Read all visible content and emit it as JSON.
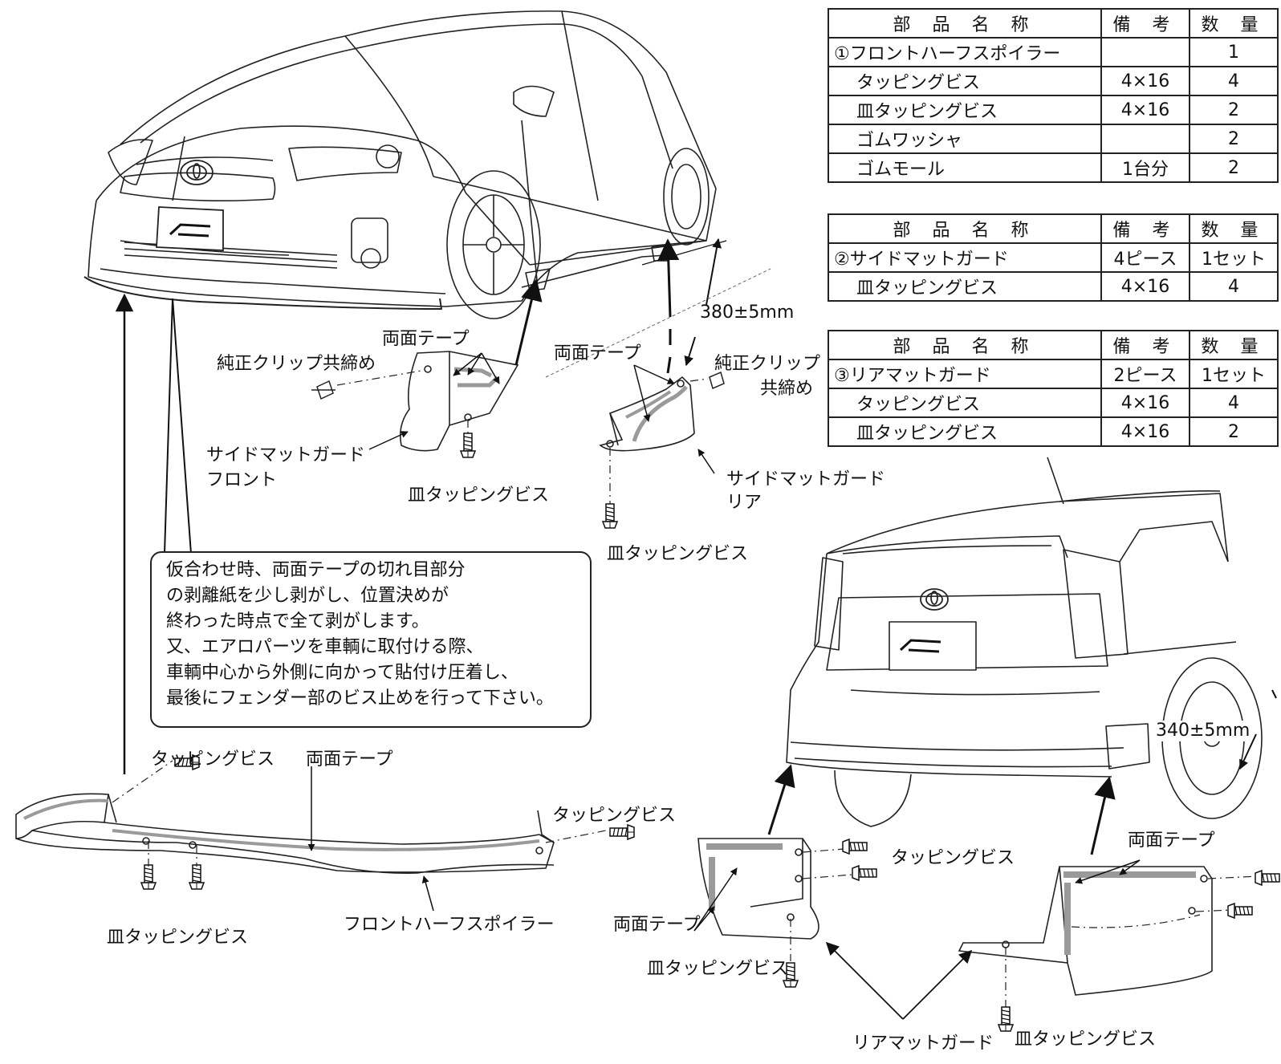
{
  "tables": [
    {
      "headers": [
        "部 品 名 称",
        "備 考",
        "数 量"
      ],
      "rows": [
        {
          "name": "①フロントハーフスポイラー",
          "note": "",
          "qty": "1",
          "sub": false
        },
        {
          "name": "タッピングビス",
          "note": "4×16",
          "qty": "4",
          "sub": true
        },
        {
          "name": "皿タッピングビス",
          "note": "4×16",
          "qty": "2",
          "sub": true
        },
        {
          "name": "ゴムワッシャ",
          "note": "",
          "qty": "2",
          "sub": true
        },
        {
          "name": "ゴムモール",
          "note": "1台分",
          "qty": "2",
          "sub": true
        }
      ]
    },
    {
      "headers": [
        "部 品 名 称",
        "備 考",
        "数 量"
      ],
      "rows": [
        {
          "name": "②サイドマットガード",
          "note": "4ピース",
          "qty": "1セット",
          "sub": false
        },
        {
          "name": "皿タッピングビス",
          "note": "4×16",
          "qty": "4",
          "sub": true
        }
      ]
    },
    {
      "headers": [
        "部 品 名 称",
        "備 考",
        "数 量"
      ],
      "rows": [
        {
          "name": "③リアマットガード",
          "note": "2ピース",
          "qty": "1セット",
          "sub": false
        },
        {
          "name": "タッピングビス",
          "note": "4×16",
          "qty": "4",
          "sub": true
        },
        {
          "name": "皿タッピングビス",
          "note": "4×16",
          "qty": "2",
          "sub": true
        }
      ]
    }
  ],
  "labels": {
    "dim_front": "380±5mm",
    "dim_rear": "340±5mm",
    "tape_a": "両面テープ",
    "tape_b": "両面テープ",
    "tape_c": "両面テープ",
    "tape_d": "両面テープ",
    "tape_e": "両面テープ",
    "clip_left": "純正クリップ共締め",
    "clip_right_1": "純正クリップ",
    "clip_right_2": "共締め",
    "side_front_1": "サイドマットガード",
    "side_front_2": "フロント",
    "side_rear_1": "サイドマットガード",
    "side_rear_2": "リア",
    "countersunk_a": "皿タッピングビス",
    "countersunk_b": "皿タッピングビス",
    "countersunk_c": "皿タッピングビス",
    "countersunk_d": "皿タッピングビス",
    "countersunk_e": "皿タッピングビス",
    "tapping_a": "タッピングビス",
    "tapping_b": "タッピングビス",
    "tapping_c": "タッピングビス",
    "front_spoiler": "フロントハーフスポイラー",
    "rear_guard": "リアマットガード"
  },
  "note": [
    "仮合わせ時、両面テープの切れ目部分",
    "の剥離紙を少し剥がし、位置決めが",
    "終わった時点で全て剥がします。",
    "又、エアロパーツを車輌に取付ける際、",
    "車輌中心から外側に向かって貼付け圧着し、",
    "最後にフェンダー部のビス止めを行って下さい。"
  ],
  "icons": [
    "toyota-emblem-icon",
    "cip-plate-logo-icon",
    "screw-icon",
    "clip-icon"
  ]
}
